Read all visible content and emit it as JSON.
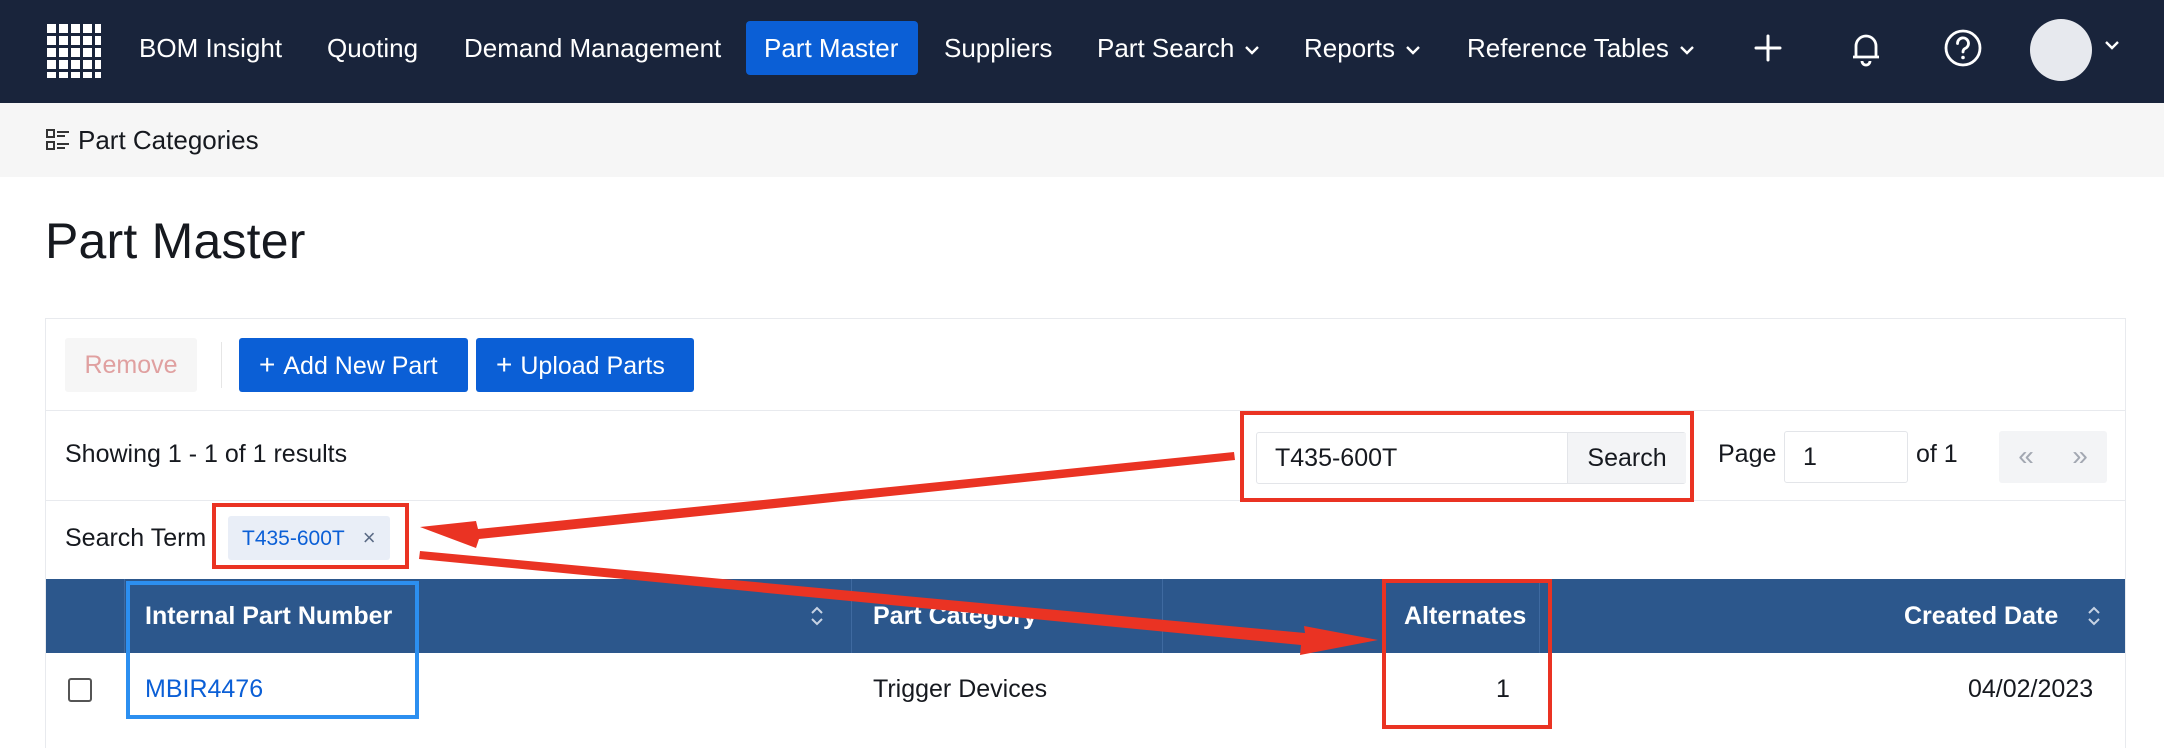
{
  "nav": {
    "items": [
      {
        "label": "BOM Insight"
      },
      {
        "label": "Quoting"
      },
      {
        "label": "Demand Management"
      },
      {
        "label": "Part Master",
        "active": true
      },
      {
        "label": "Suppliers"
      },
      {
        "label": "Part Search",
        "dropdown": true
      },
      {
        "label": "Reports",
        "dropdown": true
      },
      {
        "label": "Reference Tables",
        "dropdown": true
      }
    ],
    "icons": [
      "grid-logo-icon",
      "plus-icon",
      "bell-icon",
      "help-icon",
      "avatar",
      "chevron-down-icon"
    ]
  },
  "subnav": {
    "label": "Part Categories",
    "icon": "list-icon"
  },
  "page": {
    "title": "Part Master"
  },
  "toolbar": {
    "remove_label": "Remove",
    "add_label": "Add New Part",
    "upload_label": "Upload Parts"
  },
  "results": {
    "showing": "Showing 1 - 1 of 1 results",
    "search_value": "T435-600T",
    "search_button": "Search",
    "page_label": "Page",
    "page_value": "1",
    "of_label": "of 1",
    "first": "«",
    "last": "»"
  },
  "filter": {
    "label": "Search Term",
    "chip": "T435-600T",
    "chip_close": "×"
  },
  "table": {
    "columns": [
      "Internal Part Number",
      "Part Category",
      "Alternates",
      "Created Date"
    ],
    "rows": [
      {
        "part_number": "MBIR4476",
        "category": "Trigger Devices",
        "alternates": "1",
        "created": "04/02/2023"
      }
    ]
  },
  "colors": {
    "nav_bg": "#19243b",
    "accent": "#0b5fd6",
    "table_header": "#2c578c",
    "annotation_red": "#ea3323",
    "annotation_blue": "#2c8ff0"
  }
}
